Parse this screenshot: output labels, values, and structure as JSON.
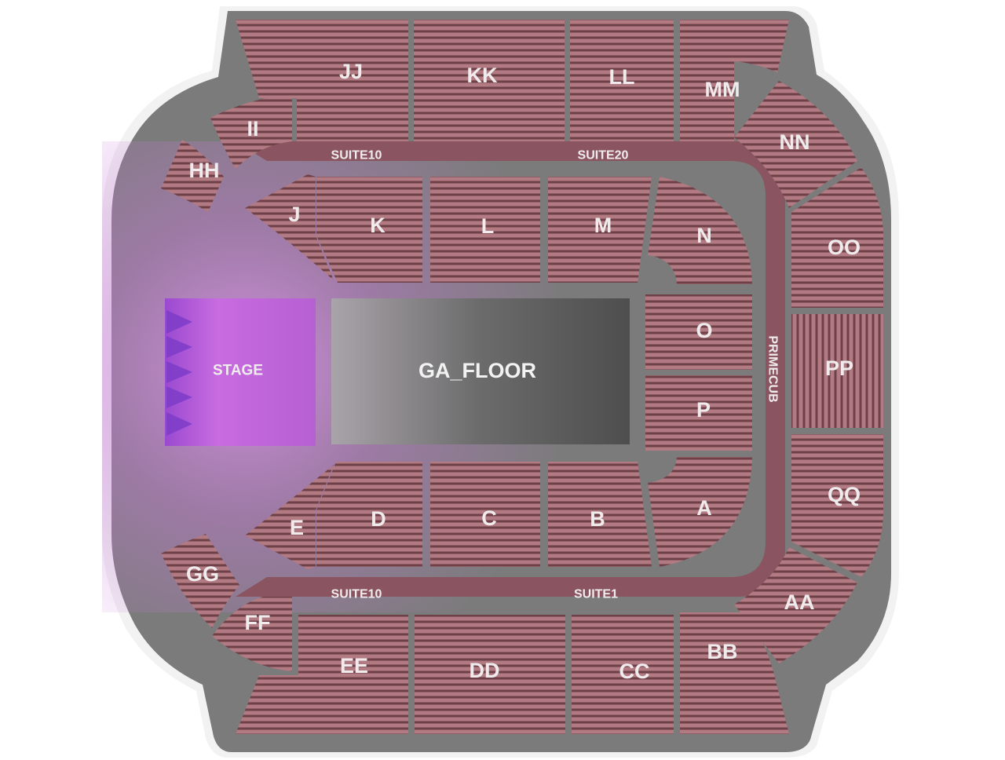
{
  "venue_map": {
    "stage_label": "STAGE",
    "floor_label": "GA_FLOOR",
    "suites": {
      "top_left": "SUITE10",
      "top_right": "SUITE20",
      "bottom_left": "SUITE10",
      "bottom_right": "SUITE1",
      "right": "PRIMECUB"
    },
    "upper_sections": [
      "HH",
      "II",
      "JJ",
      "KK",
      "LL",
      "MM",
      "NN",
      "OO",
      "PP",
      "QQ",
      "AA",
      "BB",
      "CC",
      "DD",
      "EE",
      "FF",
      "GG"
    ],
    "lower_sections": [
      "J",
      "K",
      "L",
      "M",
      "N",
      "O",
      "P",
      "A",
      "B",
      "C",
      "D",
      "E"
    ]
  },
  "colors": {
    "seat_rows": "#b27a82",
    "seat_gaps": "#6e4048",
    "concourse": "#8a5560",
    "floor_gray": "#6e6e6e",
    "stage_purple": "#b85fd0",
    "purple_glow": "#d27fe8"
  }
}
